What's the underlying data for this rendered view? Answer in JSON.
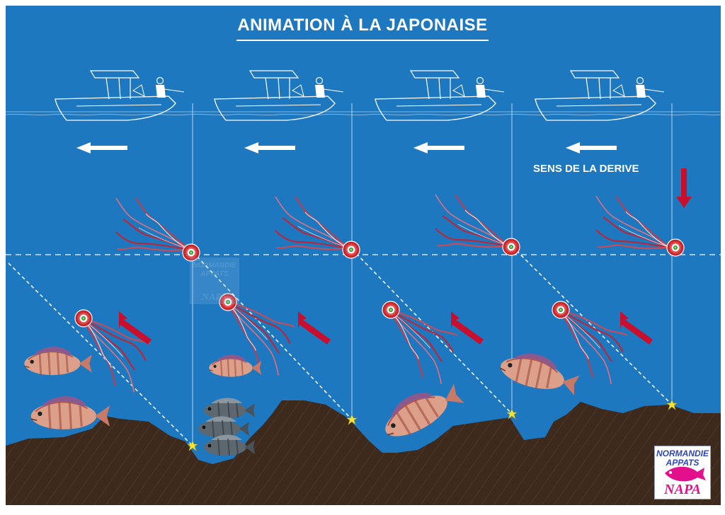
{
  "title": "ANIMATION À LA JAPONAISE",
  "drift_label": "SENS DE LA DERIVE",
  "logo": {
    "line1": "NORMANDIE",
    "line2": "APPATS",
    "line3": "NAPA"
  },
  "watermark": {
    "line1": "NORMANDIE",
    "line2": "APPATS",
    "line3": "NAPA"
  },
  "colors": {
    "sky": "#ffffff",
    "water": "#1e78c0",
    "seabed": "#3e2a1d",
    "arrow_white": "#ffffff",
    "arrow_red": "#c8102e",
    "star": "#f4e43a",
    "jig_outer": "#d9242e",
    "jig_center": "#7dc242"
  }
}
